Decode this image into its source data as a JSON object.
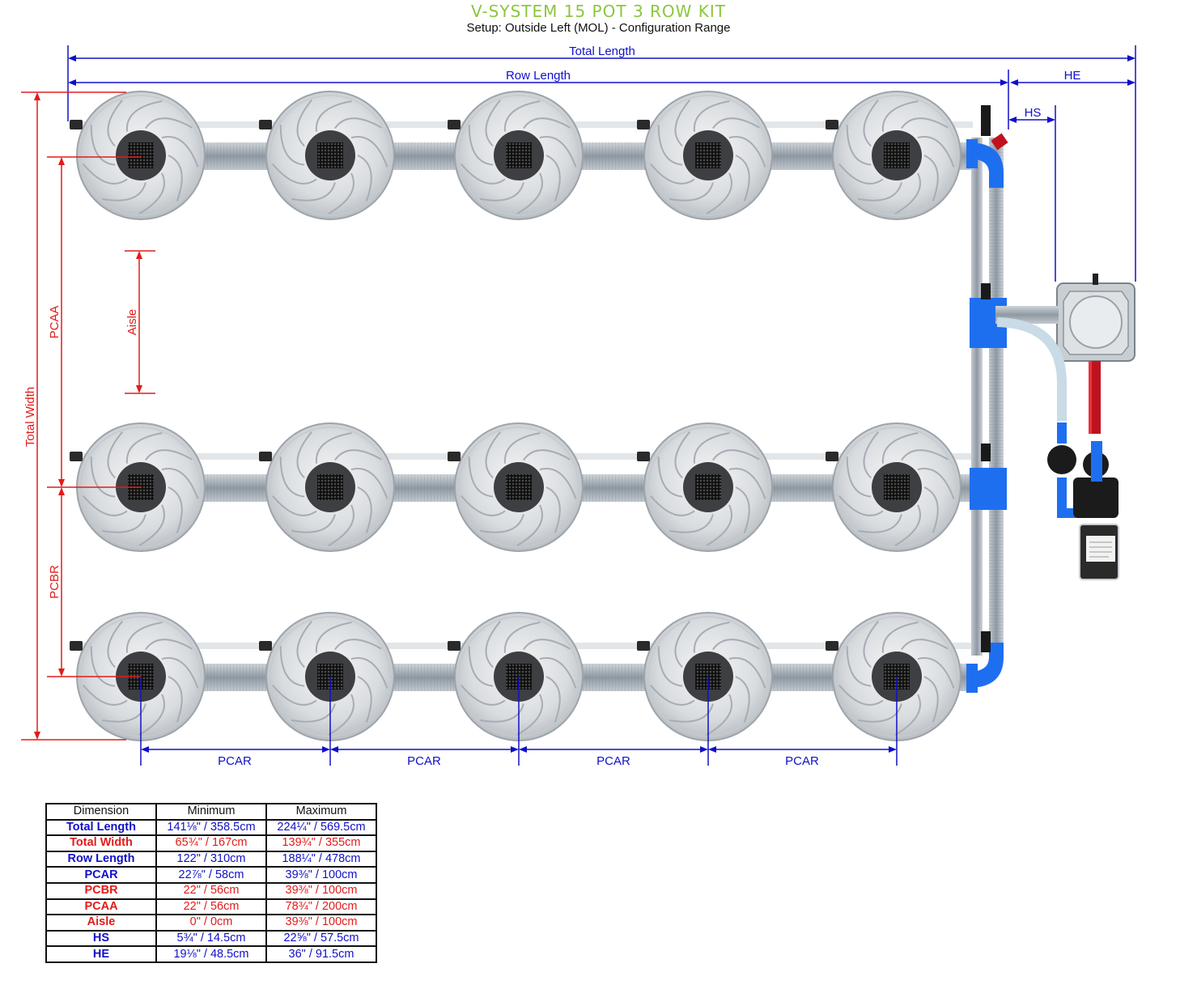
{
  "header": {
    "title": "V-SYSTEM 15 POT 3 ROW KIT",
    "subtitle": "Setup: Outside Left (MOL) - Configuration Range"
  },
  "labels": {
    "total_length": "Total Length",
    "row_length": "Row Length",
    "he": "HE",
    "hs": "HS",
    "total_width": "Total Width",
    "pcaa": "PCAA",
    "pcbr": "PCBR",
    "aisle": "Aisle",
    "pcar": "PCAR"
  },
  "colors": {
    "blue": "#1010c8",
    "red": "#e31b1b",
    "title_green": "#8cc63f",
    "pipe_blue": "#1e6ff0"
  },
  "table": {
    "headers": [
      "Dimension",
      "Minimum",
      "Maximum"
    ],
    "rows": [
      {
        "name": "Total Length",
        "min": "141⅛\" / 358.5cm",
        "max": "224¼\" / 569.5cm",
        "color": "blue"
      },
      {
        "name": "Total Width",
        "min": "65¾\" / 167cm",
        "max": "139¾\" / 355cm",
        "color": "red"
      },
      {
        "name": "Row Length",
        "min": "122\" / 310cm",
        "max": "188¼\" / 478cm",
        "color": "blue"
      },
      {
        "name": "PCAR",
        "min": "22⅞\" / 58cm",
        "max": "39⅜\" / 100cm",
        "color": "blue"
      },
      {
        "name": "PCBR",
        "min": "22\" / 56cm",
        "max": "39⅜\" / 100cm",
        "color": "red"
      },
      {
        "name": "PCAA",
        "min": "22\" / 56cm",
        "max": "78¾\" / 200cm",
        "color": "red"
      },
      {
        "name": "Aisle",
        "min": "0\" / 0cm",
        "max": "39⅜\" / 100cm",
        "color": "red"
      },
      {
        "name": "HS",
        "min": "5¾\" / 14.5cm",
        "max": "22⅝\" / 57.5cm",
        "color": "blue"
      },
      {
        "name": "HE",
        "min": "19⅛\" / 48.5cm",
        "max": "36\" / 91.5cm",
        "color": "blue"
      }
    ]
  }
}
